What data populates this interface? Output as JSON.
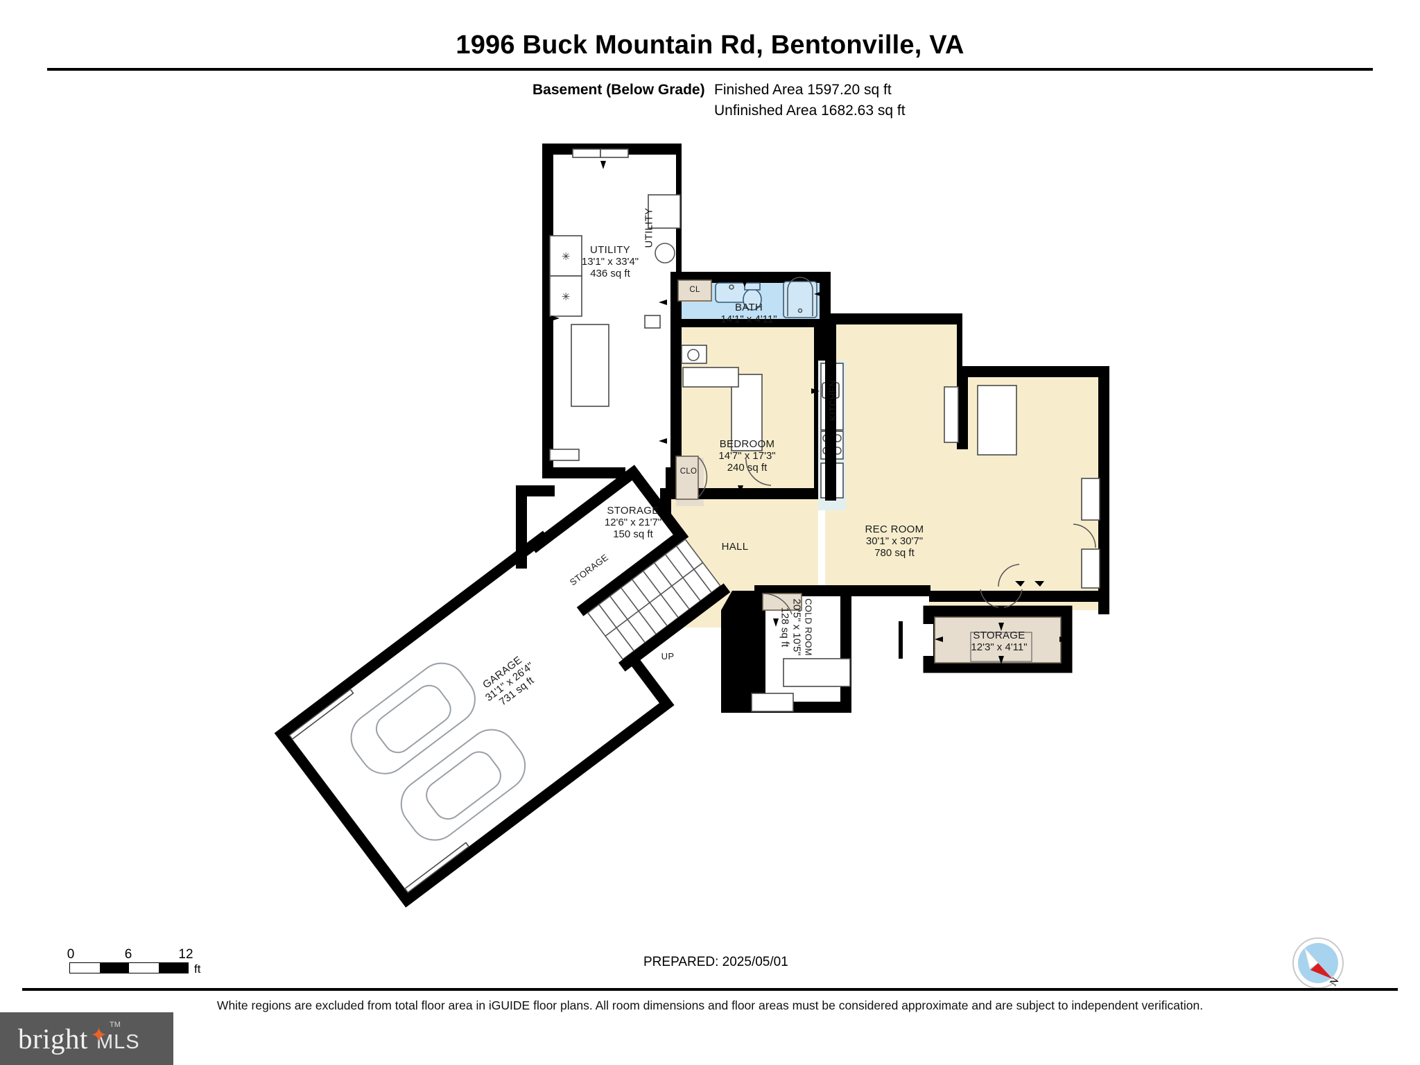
{
  "header": {
    "title": "1996 Buck Mountain Rd, Bentonville, VA",
    "level_label": "Basement (Below Grade)",
    "finished_area": "Finished Area 1597.20 sq ft",
    "unfinished_area": "Unfinished Area 1682.63 sq ft"
  },
  "rooms": [
    {
      "key": "utility",
      "name": "UTILITY",
      "dim": "13'1\" x 33'4\"",
      "sqft": "436 sq ft"
    },
    {
      "key": "utility_v",
      "name": "UTILITY"
    },
    {
      "key": "bath",
      "name": "BATH",
      "dim": "14'1\" x 4'11\""
    },
    {
      "key": "closet_cl",
      "name": "CL"
    },
    {
      "key": "bedroom",
      "name": "BEDROOM",
      "dim": "14'7\" x 17'3\"",
      "sqft": "240 sq ft"
    },
    {
      "key": "closet_clo",
      "name": "CLO"
    },
    {
      "key": "kitchen",
      "name": "KITCHEN"
    },
    {
      "key": "rec_room",
      "name": "REC ROOM",
      "dim": "30'1\" x 30'7\"",
      "sqft": "780 sq ft"
    },
    {
      "key": "hall",
      "name": "HALL"
    },
    {
      "key": "storage1",
      "name": "STORAGE",
      "dim": "12'6\" x 21'7\"",
      "sqft": "150 sq ft"
    },
    {
      "key": "storage2",
      "name": "STORAGE"
    },
    {
      "key": "storage3",
      "name": "STORAGE",
      "dim": "12'3\" x 4'11\""
    },
    {
      "key": "cold_room",
      "name": "COLD ROOM",
      "dim": "20'5\" x 10'5\"",
      "sqft": "128 sq ft"
    },
    {
      "key": "garage",
      "name": "GARAGE",
      "dim": "31'1\" x 26'4\"",
      "sqft": "731 sq ft"
    },
    {
      "key": "stairs_up",
      "name": "UP"
    }
  ],
  "scale": {
    "ticks": [
      "0",
      "6",
      "12"
    ],
    "unit": "ft"
  },
  "prepared": "PREPARED: 2025/05/01",
  "compass": {
    "north_label": "N"
  },
  "footer": {
    "disclaimer": "White regions are excluded from total floor area in iGUIDE floor plans. All room dimensions and floor areas must be considered approximate and are subject to independent verification.",
    "brand_primary": "bright",
    "brand_secondary": "MLS",
    "brand_tm": "TM"
  },
  "colors": {
    "finished_floor": "#f7edcd",
    "unfinished_floor": "#ffffff",
    "bath_floor": "#bfe0f5",
    "storage_floor": "#e6ddcf",
    "kitchen_floor": "#e2eff0",
    "wall": "#000000",
    "brand_bg": "#595959",
    "brand_accent": "#e8622a",
    "compass_needle": "#d81e1e",
    "compass_face": "#a8d3ef"
  }
}
